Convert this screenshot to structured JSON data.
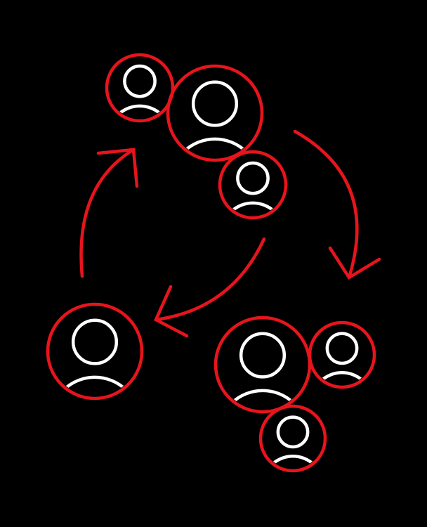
{
  "diagram": {
    "background_color": "#000000",
    "accent_color": "#e8141c",
    "icon_color": "#ffffff",
    "groups": [
      {
        "name": "user-group-top",
        "icon": "user-icon",
        "count": 3
      },
      {
        "name": "user-single-left",
        "icon": "user-icon",
        "count": 1
      },
      {
        "name": "user-group-bottom-right",
        "icon": "user-icon",
        "count": 3
      }
    ],
    "arrows": [
      {
        "name": "arrow-top-to-bottom-right",
        "icon": "curved-arrow-icon"
      },
      {
        "name": "arrow-top-to-left",
        "icon": "curved-arrow-icon"
      },
      {
        "name": "arrow-left-to-top",
        "icon": "curved-arrow-icon"
      }
    ]
  }
}
